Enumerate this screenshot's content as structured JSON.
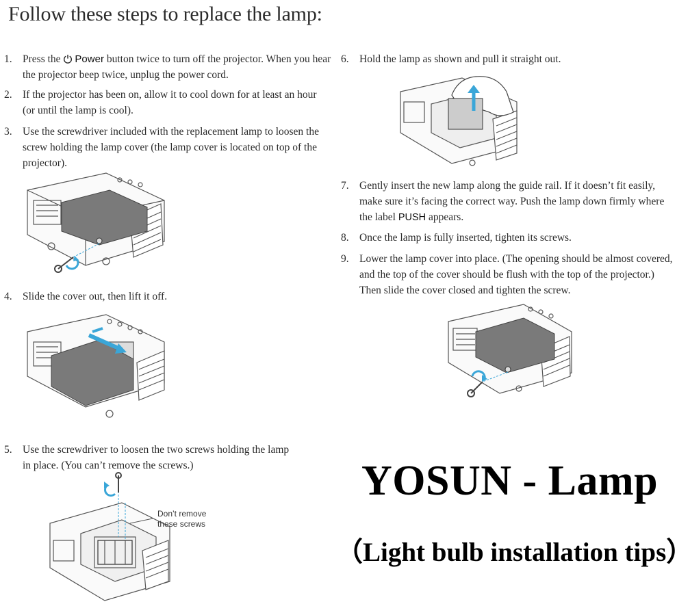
{
  "title": "Follow these steps to replace the lamp:",
  "steps": [
    {
      "num": "1.",
      "pre": "Press the ",
      "power_label": "Power",
      "post": " button twice to turn off the projector. When you hear the projector beep twice, unplug the power cord."
    },
    {
      "num": "2.",
      "text": "If the projector has been on, allow it to cool down for at least an hour (or until the lamp is cool)."
    },
    {
      "num": "3.",
      "text": "Use the screwdriver included with the replacement lamp to loosen the screw holding the lamp cover (the lamp cover is located on top of the projector)."
    },
    {
      "num": "4.",
      "text": "Slide the cover out, then lift it off."
    },
    {
      "num": "5.",
      "text": "Use the screwdriver to loosen the two screws holding the lamp in place. (You can’t remove the screws.)"
    },
    {
      "num": "6.",
      "text": "Hold the lamp as shown and pull it straight out."
    },
    {
      "num": "7.",
      "pre": "Gently insert the new lamp along the guide rail. If it doesn’t fit easily, make sure it’s facing the correct way. Push the lamp down firmly where the label ",
      "push_label": "PUSH",
      "post": " appears."
    },
    {
      "num": "8.",
      "text": "Once the lamp is fully inserted, tighten its screws."
    },
    {
      "num": "9.",
      "text": "Lower the lamp cover into place. (The opening should be almost covered, and the top of the cover should be flush with the top of the projector.) Then slide the cover closed and tighten the screw."
    }
  ],
  "note_screws": {
    "line1": "Don’t remove",
    "line2": "these screws"
  },
  "brand": "YOSUN - Lamp",
  "subtitle": "（Light bulb installation tips）",
  "colors": {
    "arrow": "#3aa6d8",
    "line_art": "#555555",
    "cover": "#7a7a7a"
  }
}
